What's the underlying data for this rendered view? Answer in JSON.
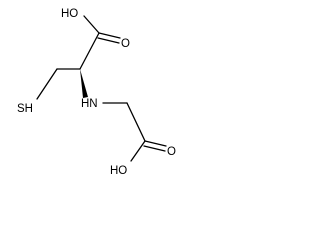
{
  "molecule": {
    "atom_labels": {
      "carboxyl_oh_top": "HO",
      "carbonyl_o_top": "O",
      "thiol": "SH",
      "amine": "HN",
      "carbonyl_o_bottom": "O",
      "carboxyl_oh_bottom": "HO"
    },
    "colors": {
      "bond": "#000000",
      "text": "#000000",
      "background": "#ffffff"
    }
  }
}
